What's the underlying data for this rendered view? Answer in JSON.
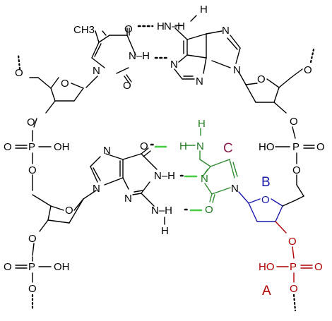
{
  "atoms": {
    "O": "O",
    "N": "N",
    "H": "H",
    "OH": "OH",
    "HO": "HO",
    "P": "P",
    "CH3": "CH3",
    "NH": "N–H"
  },
  "markers": {
    "A": "A",
    "B": "B",
    "C": "C"
  },
  "colors": {
    "green": "#1e7a1e",
    "bright_green": "#44cc44",
    "blue": "#1a1aaa",
    "red": "#b00000",
    "black": "#000000"
  }
}
